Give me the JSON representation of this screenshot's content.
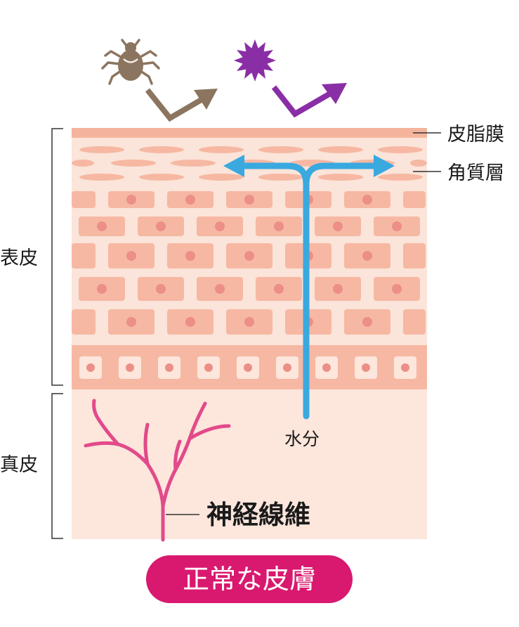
{
  "labels": {
    "sebum_membrane": "皮脂膜",
    "stratum_corneum": "角質層",
    "epidermis": "表皮",
    "dermis": "真皮",
    "water": "水分",
    "nerve_fiber": "神経線維"
  },
  "title": "正常な皮膚",
  "icons": {
    "mite": "mite-icon",
    "allergen": "allergen-icon"
  },
  "colors": {
    "sebum": "#f4b49c",
    "epidermis_bg": "#fbe1d6",
    "dermis_bg": "#fde6dc",
    "cell": "#f6b8a3",
    "nucleus": "#ec8f86",
    "water_arrow": "#39a9e0",
    "nerve": "#e24a8a",
    "mite": "#8c7560",
    "allergen": "#8a2ea6",
    "title_bg": "#d9196f"
  }
}
